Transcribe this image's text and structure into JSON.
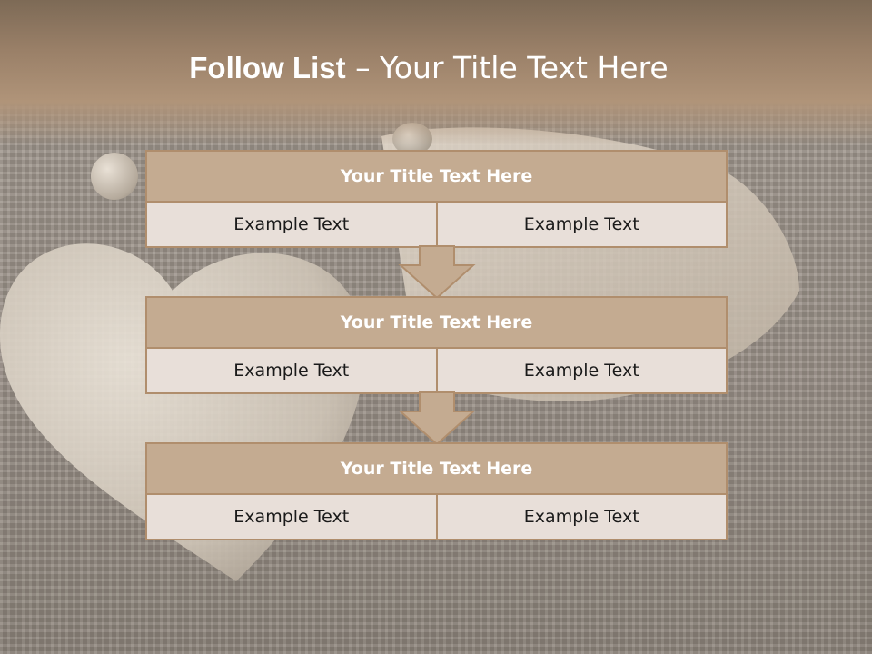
{
  "slide": {
    "title_bold": "Follow List",
    "title_rest": "– Your Title Text Here"
  },
  "steps": [
    {
      "title": "Your Title Text Here",
      "left": "Example Text",
      "right": "Example Text"
    },
    {
      "title": "Your Title Text Here",
      "left": "Example Text",
      "right": "Example Text"
    },
    {
      "title": "Your Title Text Here",
      "left": "Example Text",
      "right": "Example Text"
    }
  ],
  "colors": {
    "header_band": "#9a8068",
    "box_title_fill": "#c4ab91",
    "box_border": "#b08e6d",
    "box_row_fill": "#e8dfd9",
    "arrow_fill": "#c4ab91"
  },
  "icons": [
    "down-arrow-icon",
    "down-arrow-icon"
  ]
}
